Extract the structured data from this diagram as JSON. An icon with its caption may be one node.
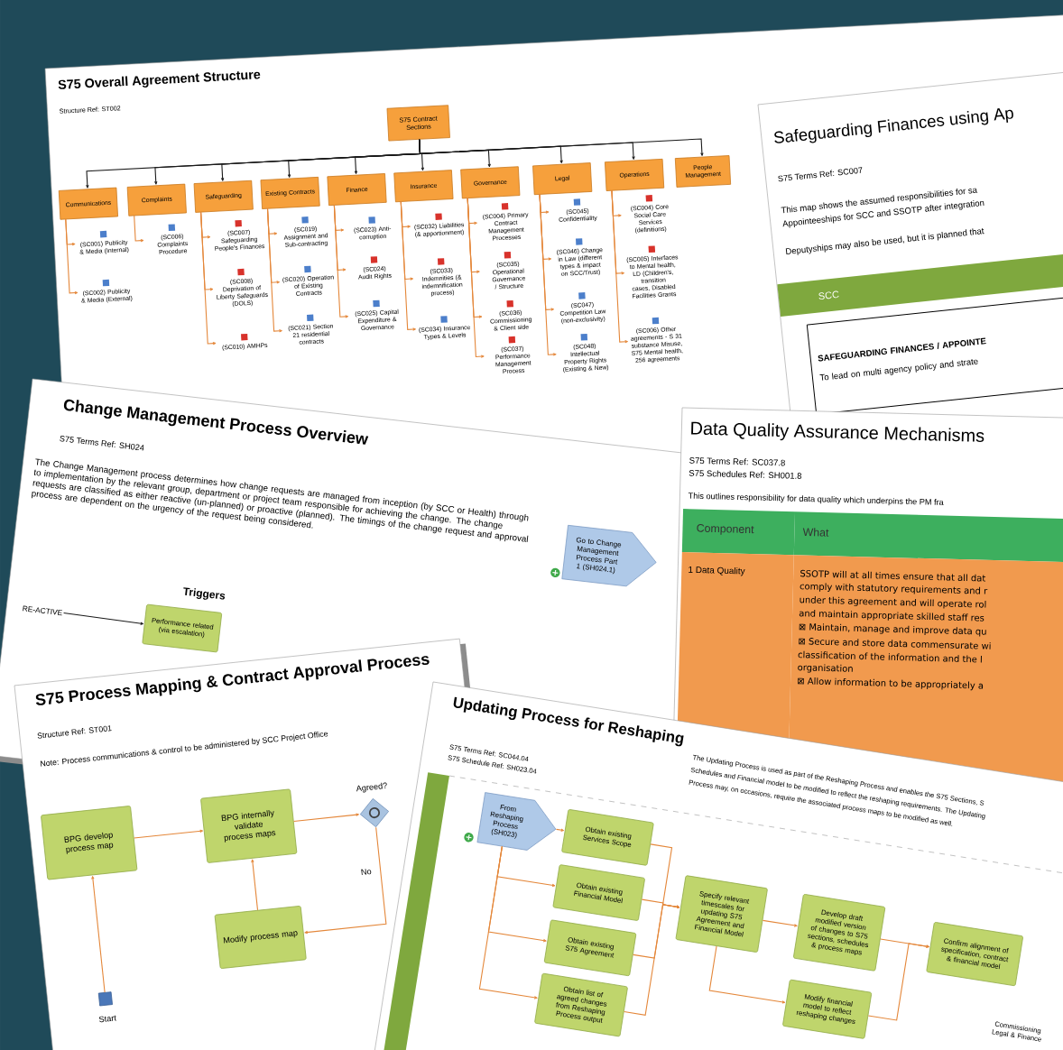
{
  "diagram": {
    "nodes": [
      {
        "text": [
          "S75 Contract Sections"
        ]
      },
      {
        "text": [
          "Communications"
        ]
      },
      {
        "text": [
          "Complaints"
        ]
      },
      {
        "text": [
          "Safeguarding"
        ]
      },
      {
        "text": [
          "Existing Contracts"
        ]
      },
      {
        "text": [
          "Finance"
        ]
      },
      {
        "text": [
          "Insurance"
        ]
      },
      {
        "text": [
          "Governance"
        ]
      },
      {
        "text": [
          "Legal"
        ]
      },
      {
        "text": [
          "Operations"
        ]
      },
      {
        "text": [
          "People Management"
        ]
      },
      {
        "text": [
          "(SC001) Publicity & Media (Internal)"
        ]
      },
      {
        "text": [
          "(SC002) Publicity & Media (External)"
        ]
      },
      {
        "text": [
          "(SC006) Complaints Procedure"
        ]
      },
      {
        "text": [
          "(SC007) Safeguarding People's Finances"
        ]
      },
      {
        "text": [
          "(SC008) Deprivation of Liberty Safeguards (DOLS)"
        ]
      },
      {
        "text": [
          "(SC010) AMHPs"
        ]
      },
      {
        "text": [
          "(SC019) Assignment and Sub-contracting"
        ]
      },
      {
        "text": [
          "(SC020) Operation of Existing Contracts"
        ]
      },
      {
        "text": [
          "(SC021) Section 21 residential contracts"
        ]
      },
      {
        "text": [
          "(SC023) Anti-corruption"
        ]
      },
      {
        "text": [
          "(SC024) Audit Rights"
        ]
      },
      {
        "text": [
          "(SC025) Capital Expenditure & Governance"
        ]
      },
      {
        "text": [
          "(SC032) Liabilities (& apportionment)"
        ]
      },
      {
        "text": [
          "(SC033) Indemnities (& indemnification process)"
        ]
      },
      {
        "text": [
          "(SC034) Insurance Types & Levels"
        ]
      },
      {
        "text": [
          "(SC004) Primary Contract Management Processes"
        ]
      },
      {
        "text": [
          "(SC035) Operational Governance / Structure"
        ]
      },
      {
        "text": [
          "(SC036) Commissioning & Client side"
        ]
      },
      {
        "text": [
          "(SC037) Performance Management Process"
        ]
      },
      {
        "text": [
          "(SC045) Confidentiality"
        ]
      },
      {
        "text": [
          "(SC046) Change in Law (different types & impact on SCC/Trust)"
        ]
      },
      {
        "text": [
          "(SC047) Competition Law (non-exclusivity)"
        ]
      },
      {
        "text": [
          "(SC048) Intellectual Property Rights (Existing & New)"
        ]
      },
      {
        "text": [
          "(SC004) Core Social Care Services (definitions)"
        ]
      },
      {
        "text": [
          "(SC005) Interfaces to Mental health, LD (Children's, transition cases, Disabled Facilities Grants"
        ]
      },
      {
        "text": [
          "(SC006) Other agreements - S 31 substance Misuse, S75 Mental health, 256 agreements"
        ]
      },
      {
        "text": [
          "SCC"
        ]
      },
      {
        "text": [
          "SAFEGUARDING FINANCES / APPOINTE",
          "To lead on multi agency policy and strate"
        ]
      },
      {
        "text": [
          "Go to Change Management Process Part 1 (SH024.1)"
        ]
      },
      {
        "text": [
          "RE-ACTIVE"
        ]
      },
      {
        "text": [
          "Performance related (via escalation)"
        ]
      },
      {
        "text": [
          "BPG develop process map"
        ]
      },
      {
        "text": [
          "BPG internally validate process maps"
        ]
      },
      {
        "text": [],
        "shape": "diamond",
        "beside": [
          "Agreed?"
        ]
      },
      {
        "text": [
          "Modify process map"
        ]
      },
      {
        "text": [],
        "shape": "box",
        "beside": [
          "Start"
        ]
      },
      {
        "text": [
          "From Reshaping Process (SH023)"
        ]
      },
      {
        "text": [
          "Obtain existing Services Scope"
        ]
      },
      {
        "text": [
          "Obtain existing Financial Model"
        ]
      },
      {
        "text": [
          "Obtain existing S75 Agreement"
        ]
      },
      {
        "text": [
          "Obtain list of agreed changes from Reshaping Process output"
        ]
      },
      {
        "text": [
          "Specify relevant timescales for updating S75 Agreement and Financial Model"
        ]
      },
      {
        "text": [
          "Develop draft modified version of changes to S75 sections, schedules & process maps"
        ]
      },
      {
        "text": [
          "Modify financial model to reflect reshaping changes"
        ]
      },
      {
        "text": [
          "Confirm alignment of specification, contract & financial model"
        ]
      }
    ],
    "edges": [
      {
        "from": 0,
        "to": 1,
        "arrow": "to",
        "color": "#1a1a1a"
      },
      {
        "from": 0,
        "to": 2,
        "arrow": "to",
        "color": "#1a1a1a"
      },
      {
        "from": 0,
        "to": 3,
        "arrow": "to",
        "color": "#1a1a1a"
      },
      {
        "from": 0,
        "to": 4,
        "arrow": "to",
        "color": "#1a1a1a"
      },
      {
        "from": 0,
        "to": 5,
        "arrow": "to",
        "color": "#1a1a1a"
      },
      {
        "from": 0,
        "to": 6,
        "arrow": "to",
        "color": "#1a1a1a"
      },
      {
        "from": 0,
        "to": 7,
        "arrow": "to",
        "color": "#1a1a1a"
      },
      {
        "from": 0,
        "to": 8,
        "arrow": "to",
        "color": "#1a1a1a"
      },
      {
        "from": 0,
        "to": 9,
        "arrow": "to",
        "color": "#1a1a1a"
      },
      {
        "from": 0,
        "to": 10,
        "arrow": "to",
        "color": "#1a1a1a"
      },
      {
        "from": 1,
        "to": 11,
        "arrow": "to"
      },
      {
        "from": 1,
        "to": 12,
        "arrow": "to"
      },
      {
        "from": 2,
        "to": 13,
        "arrow": "to"
      },
      {
        "from": 3,
        "to": 14,
        "arrow": "to"
      },
      {
        "from": 3,
        "to": 15,
        "arrow": "to"
      },
      {
        "from": 3,
        "to": 16,
        "arrow": "to"
      },
      {
        "from": 4,
        "to": 17,
        "arrow": "to"
      },
      {
        "from": 4,
        "to": 18,
        "arrow": "to"
      },
      {
        "from": 4,
        "to": 19,
        "arrow": "to"
      },
      {
        "from": 5,
        "to": 20,
        "arrow": "to"
      },
      {
        "from": 5,
        "to": 21,
        "arrow": "to"
      },
      {
        "from": 5,
        "to": 22,
        "arrow": "to"
      },
      {
        "from": 6,
        "to": 23,
        "arrow": "to"
      },
      {
        "from": 6,
        "to": 24,
        "arrow": "to"
      },
      {
        "from": 6,
        "to": 25,
        "arrow": "to"
      },
      {
        "from": 7,
        "to": 26,
        "arrow": "to"
      },
      {
        "from": 7,
        "to": 27,
        "arrow": "to"
      },
      {
        "from": 7,
        "to": 28,
        "arrow": "to"
      },
      {
        "from": 7,
        "to": 29,
        "arrow": "to"
      },
      {
        "from": 8,
        "to": 30,
        "arrow": "to"
      },
      {
        "from": 8,
        "to": 31,
        "arrow": "to"
      },
      {
        "from": 8,
        "to": 32,
        "arrow": "to"
      },
      {
        "from": 8,
        "to": 33,
        "arrow": "to"
      },
      {
        "from": 9,
        "to": 34,
        "arrow": "to"
      },
      {
        "from": 9,
        "to": 35,
        "arrow": "to"
      },
      {
        "from": 9,
        "to": 36,
        "arrow": "to"
      },
      {
        "from": 40,
        "to": 41,
        "arrow": "to",
        "color": "#1a1a1a"
      },
      {
        "from": 46,
        "to": 42,
        "arrow": "to"
      },
      {
        "from": 42,
        "to": 43,
        "arrow": "to"
      },
      {
        "from": 43,
        "to": 44,
        "arrow": "to"
      },
      {
        "from": 44,
        "to": 45,
        "arrow": "to",
        "label": "No"
      },
      {
        "from": 45,
        "to": 43,
        "arrow": "to"
      },
      {
        "from": 47,
        "to": 48,
        "arrow": "to"
      },
      {
        "from": 47,
        "to": 49,
        "arrow": "to"
      },
      {
        "from": 47,
        "to": 50,
        "arrow": "to"
      },
      {
        "from": 47,
        "to": 51,
        "arrow": "to"
      },
      {
        "from": 48,
        "to": 52,
        "arrow": "to"
      },
      {
        "from": 49,
        "to": 52,
        "arrow": "to"
      },
      {
        "from": 50,
        "to": 52,
        "arrow": "to"
      },
      {
        "from": 51,
        "to": 52,
        "arrow": "to"
      },
      {
        "from": 52,
        "to": 53,
        "arrow": "to"
      },
      {
        "from": 52,
        "to": 54,
        "arrow": "to"
      },
      {
        "from": 53,
        "to": 55,
        "arrow": "to"
      },
      {
        "from": 54,
        "to": 55,
        "arrow": "to"
      }
    ],
    "labels": [
      "S75 Overall Agreement Structure",
      "Structure Ref: ST002",
      "Safeguarding Finances using Ap",
      "S75 Terms Ref: SC007",
      "This map shows the assumed responsibilities for sa",
      "Appointeeships for SCC and SSOTP after integration",
      "Deputyships may also be used, but it is planned that",
      "Change Management Process Overview",
      "S75 Terms Ref: SH024",
      "The Change Management process determines how change requests are managed from inception (by SCC or Health) through to implementation by the relevant group, department or project team responsible for achieving the change. The change requests are classified as either reactive (un-planned) or proactive (planned). The timings of the change request and approval process are dependent on the urgency of the request being considered.",
      "Triggers",
      "Data Quality Assurance Mechanisms",
      "S75 Terms Ref: SC037.8",
      "S75 Schedules Ref: SH001.8",
      "This outlines responsibility for data quality which underpins the PM fra",
      "Component",
      "What",
      "1 Data Quality",
      "SSOTP will at all times ensure that all dat",
      "comply with statutory requirements and r",
      "under this agreement and will operate rol",
      "and maintain appropriate skilled staff res",
      "⊠ Maintain, manage and improve data qu",
      "⊠ Secure and store data commensurate wi",
      "classification of the information and the l",
      "organisation",
      "⊠ Allow information to be appropriately a",
      "S75 Process Mapping & Contract Approval Process",
      "Structure Ref: ST001",
      "Note: Process communications & control to be administered by SCC Project Office",
      "Updating Process for Reshaping",
      "S75 Terms Ref: SC044.04",
      "S75 Schedule Ref: SH023.04",
      "The Updating Process is used as part of the Reshaping Process and enables the S75 Sections, S",
      "Schedules and Financial model to be modified to reflect the reshaping requirements. The Updating",
      "Process may, on occasions, require the associated process maps to be modified as well.",
      "Commissioning Legal & Finance"
    ]
  }
}
